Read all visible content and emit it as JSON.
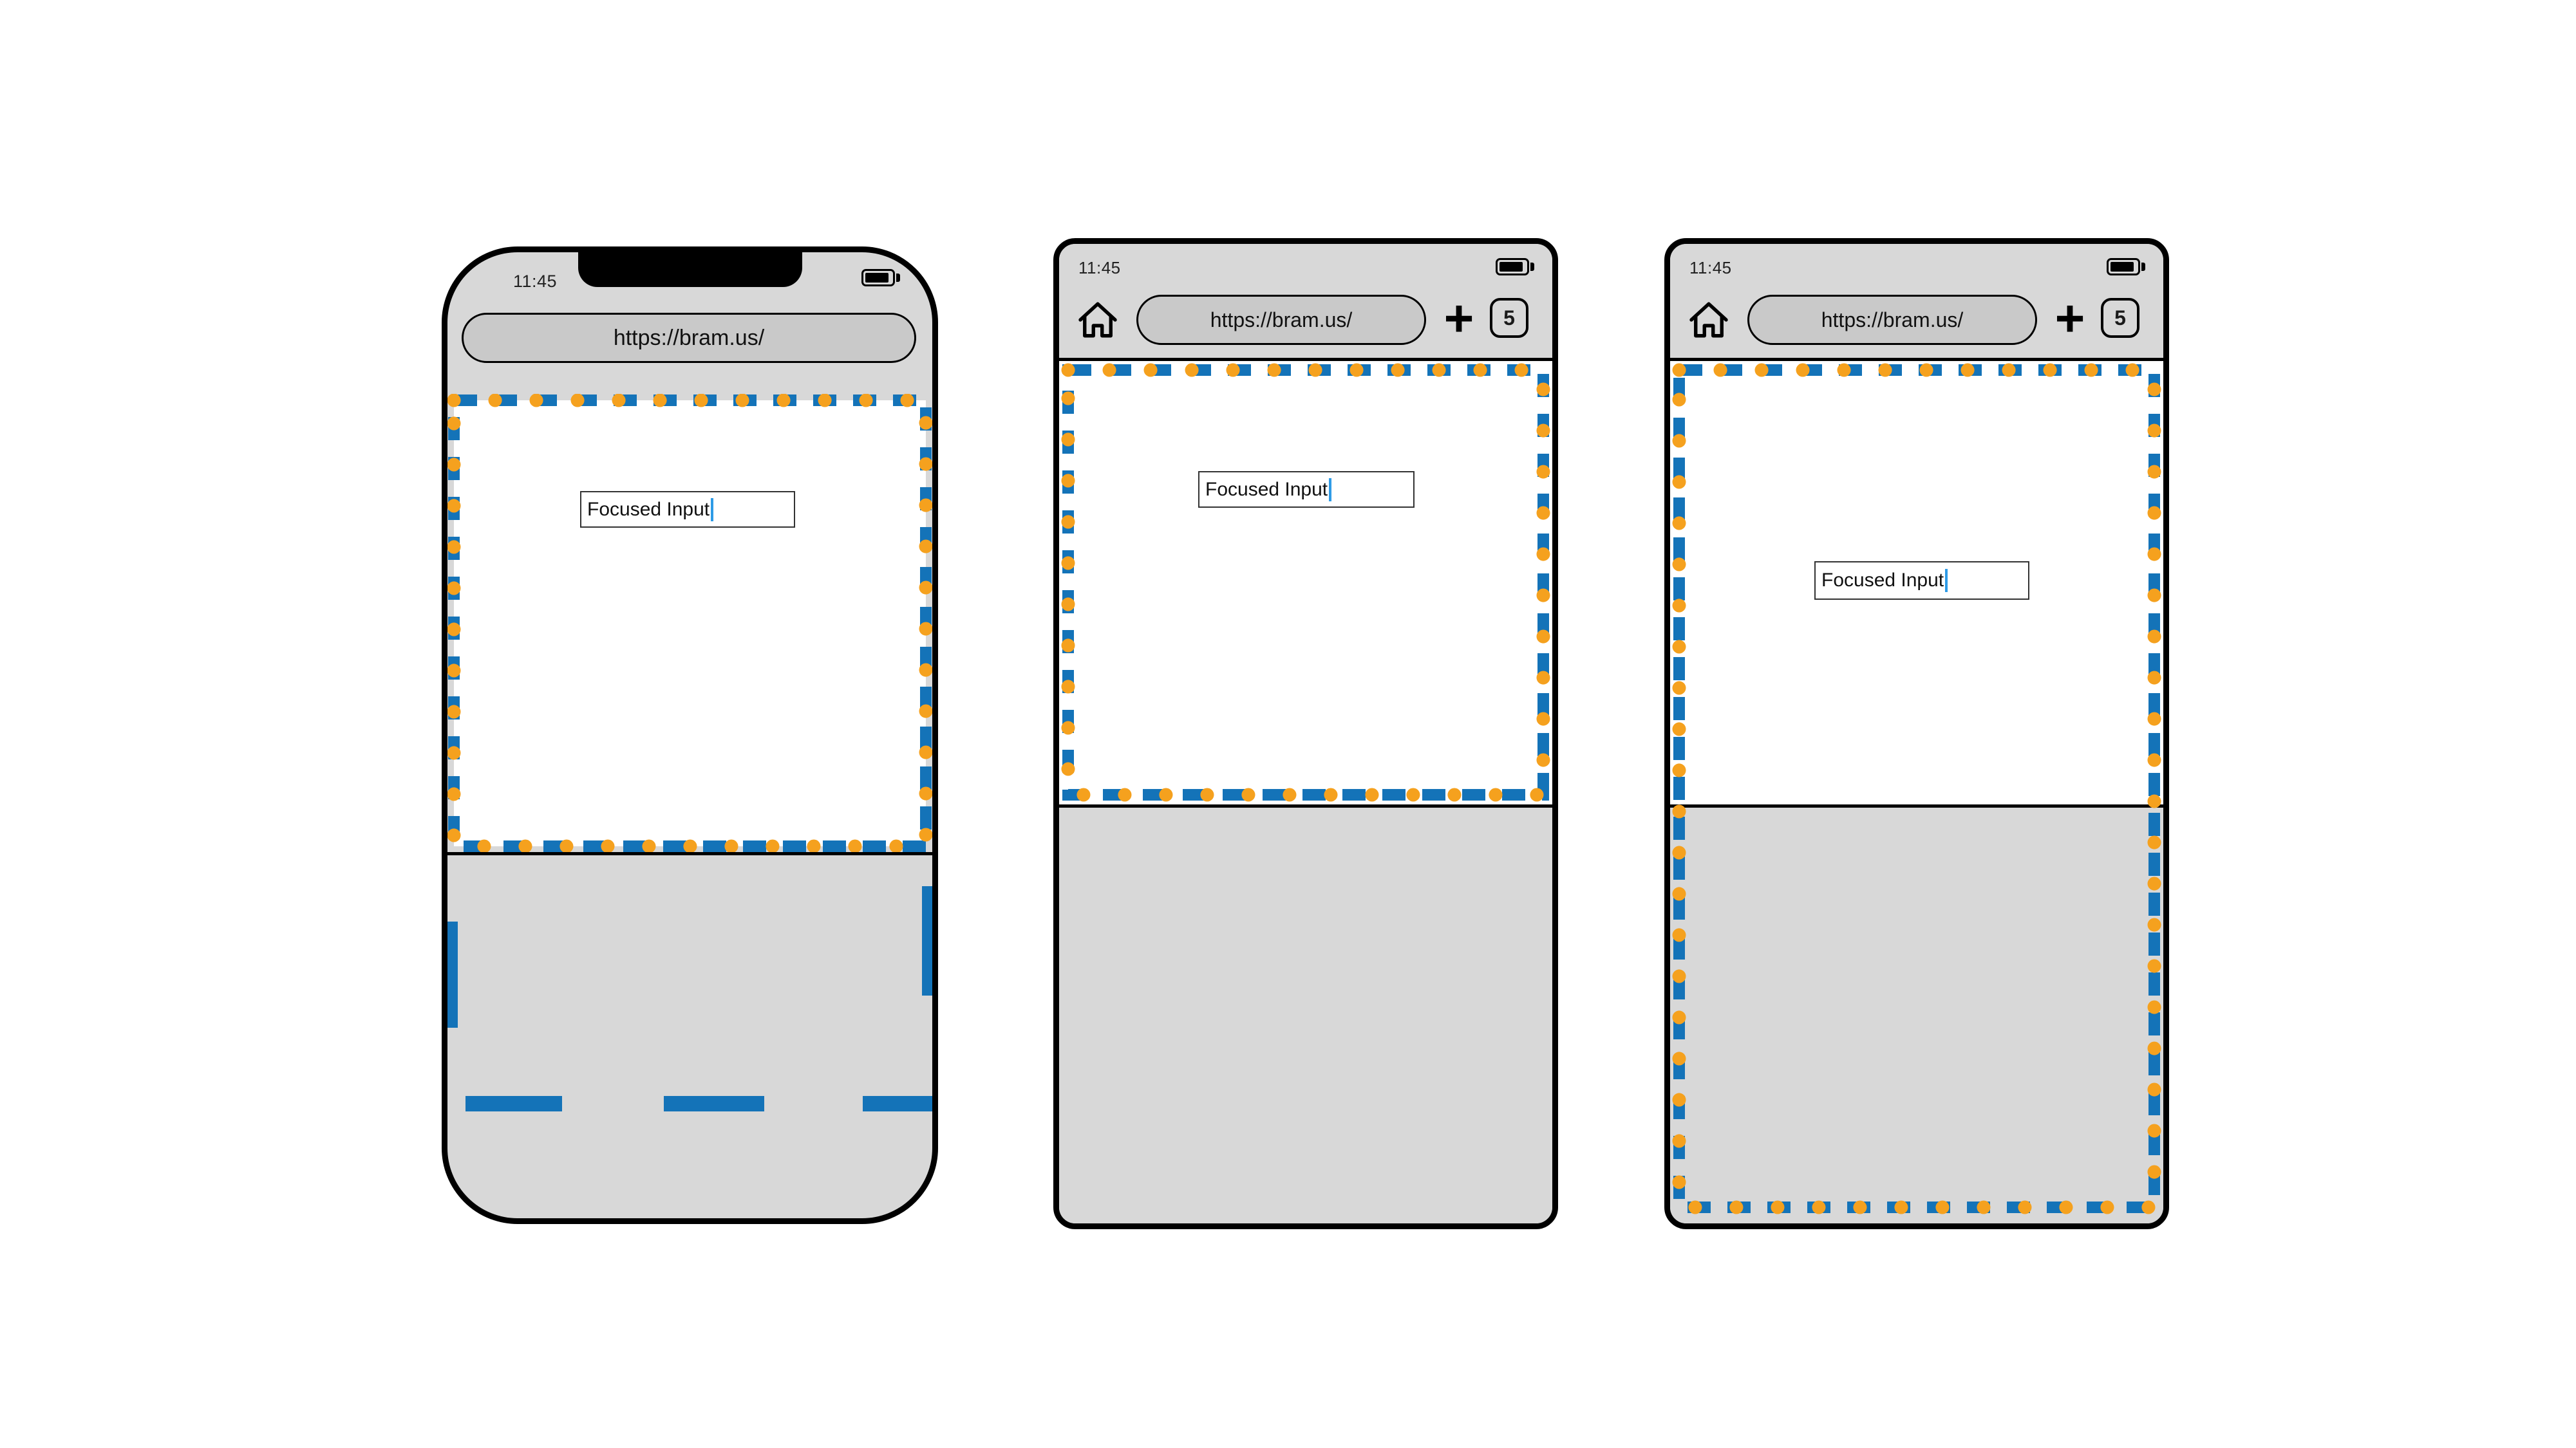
{
  "colors": {
    "layout_viewport_blue": "#1473B8",
    "marker_orange": "#F5A11E",
    "device_gray": "#D8D8D8",
    "url_pill_gray": "#C9C9C9",
    "caret_blue": "#2E9BE6"
  },
  "phones": [
    {
      "status": {
        "time": "11:45"
      },
      "url_bar": {
        "url": "https://bram.us/"
      },
      "focused_input": {
        "value": "Focused Input"
      }
    },
    {
      "status": {
        "time": "11:45"
      },
      "toolbar": {
        "url": "https://bram.us/",
        "new_tab_label": "+",
        "tab_count": "5"
      },
      "focused_input": {
        "value": "Focused Input"
      }
    },
    {
      "status": {
        "time": "11:45"
      },
      "toolbar": {
        "url": "https://bram.us/",
        "new_tab_label": "+",
        "tab_count": "5"
      },
      "focused_input": {
        "value": "Focused Input"
      }
    }
  ]
}
